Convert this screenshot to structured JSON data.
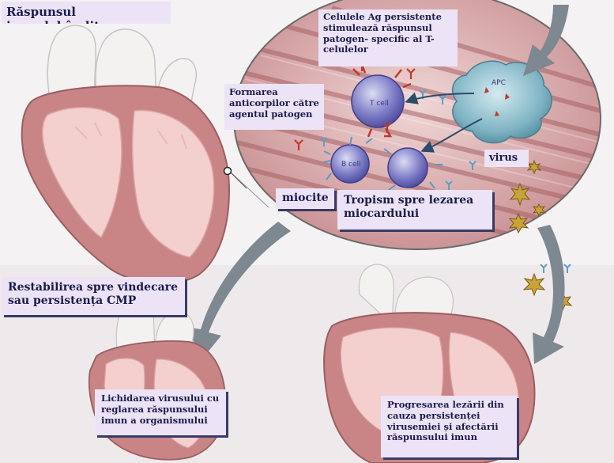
{
  "labels": {
    "title": "Răspunsul imundobândit",
    "ag_persist": "Celulele Ag persistente\nstimulează răspunsul\npatogen- specific al T-\ncelulelor",
    "antibody": "Formarea\nanticorpilor către\nagentul patogen",
    "virus": "virus",
    "miocite": "miocite",
    "tropism": "Tropism spre lezarea\nmiocardului",
    "restore": "Restabilirea spre vindecare\nsau persistența CMP",
    "clearance": "Lichidarea virusului cu\nreglarea  răspunsului\nimun a organismului",
    "progress": "Progresarea lezării din\ncauza persistenței\nvirusemiei și afectării\nrăspunsului imun"
  },
  "cells": {
    "apc": "APC",
    "tcell": "T cell",
    "bcell": "B cell"
  },
  "colors": {
    "label_bg": "#ece4f6",
    "label_text": "#1a1a4a",
    "arrow": "#7d8891",
    "myocardium": "#c98586",
    "endocardium": "#f3cfcd",
    "vessel": "#f3f0f0",
    "virus": "#c9a23a"
  }
}
